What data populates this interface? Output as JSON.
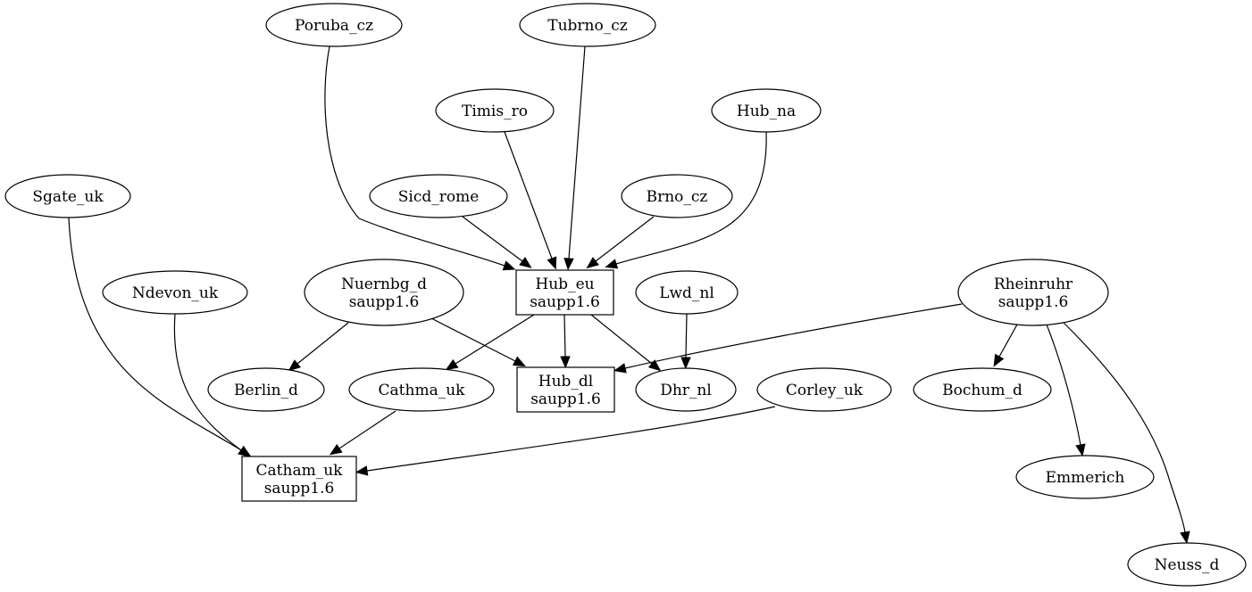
{
  "nodes": [
    {
      "id": "poruba_cz",
      "shape": "ellipse",
      "lines": [
        "Poruba_cz"
      ]
    },
    {
      "id": "tubrno_cz",
      "shape": "ellipse",
      "lines": [
        "Tubrno_cz"
      ]
    },
    {
      "id": "timis_ro",
      "shape": "ellipse",
      "lines": [
        "Timis_ro"
      ]
    },
    {
      "id": "hub_na",
      "shape": "ellipse",
      "lines": [
        "Hub_na"
      ]
    },
    {
      "id": "sgate_uk",
      "shape": "ellipse",
      "lines": [
        "Sgate_uk"
      ]
    },
    {
      "id": "sicd_rome",
      "shape": "ellipse",
      "lines": [
        "Sicd_rome"
      ]
    },
    {
      "id": "brno_cz",
      "shape": "ellipse",
      "lines": [
        "Brno_cz"
      ]
    },
    {
      "id": "ndevon_uk",
      "shape": "ellipse",
      "lines": [
        "Ndevon_uk"
      ]
    },
    {
      "id": "nuernbg_d",
      "shape": "ellipse",
      "lines": [
        "Nuernbg_d",
        "saupp1.6"
      ]
    },
    {
      "id": "hub_eu",
      "shape": "box",
      "lines": [
        "Hub_eu",
        "saupp1.6"
      ]
    },
    {
      "id": "lwd_nl",
      "shape": "ellipse",
      "lines": [
        "Lwd_nl"
      ]
    },
    {
      "id": "rheinruhr",
      "shape": "ellipse",
      "lines": [
        "Rheinruhr",
        "saupp1.6"
      ]
    },
    {
      "id": "berlin_d",
      "shape": "ellipse",
      "lines": [
        "Berlin_d"
      ]
    },
    {
      "id": "cathma_uk",
      "shape": "ellipse",
      "lines": [
        "Cathma_uk"
      ]
    },
    {
      "id": "hub_dl",
      "shape": "box",
      "lines": [
        "Hub_dl",
        "saupp1.6"
      ]
    },
    {
      "id": "dhr_nl",
      "shape": "ellipse",
      "lines": [
        "Dhr_nl"
      ]
    },
    {
      "id": "corley_uk",
      "shape": "ellipse",
      "lines": [
        "Corley_uk"
      ]
    },
    {
      "id": "bochum_d",
      "shape": "ellipse",
      "lines": [
        "Bochum_d"
      ]
    },
    {
      "id": "catham_uk",
      "shape": "box",
      "lines": [
        "Catham_uk",
        "saupp1.6"
      ]
    },
    {
      "id": "emmerich",
      "shape": "ellipse",
      "lines": [
        "Emmerich"
      ]
    },
    {
      "id": "neuss_d",
      "shape": "ellipse",
      "lines": [
        "Neuss_d"
      ]
    }
  ],
  "edges": [
    {
      "from": "poruba_cz",
      "to": "hub_eu"
    },
    {
      "from": "tubrno_cz",
      "to": "hub_eu"
    },
    {
      "from": "timis_ro",
      "to": "hub_eu"
    },
    {
      "from": "hub_na",
      "to": "hub_eu"
    },
    {
      "from": "sicd_rome",
      "to": "hub_eu"
    },
    {
      "from": "brno_cz",
      "to": "hub_eu"
    },
    {
      "from": "sgate_uk",
      "to": "catham_uk"
    },
    {
      "from": "ndevon_uk",
      "to": "catham_uk"
    },
    {
      "from": "nuernbg_d",
      "to": "berlin_d"
    },
    {
      "from": "nuernbg_d",
      "to": "hub_dl"
    },
    {
      "from": "hub_eu",
      "to": "cathma_uk"
    },
    {
      "from": "hub_eu",
      "to": "hub_dl"
    },
    {
      "from": "hub_eu",
      "to": "dhr_nl"
    },
    {
      "from": "lwd_nl",
      "to": "dhr_nl"
    },
    {
      "from": "rheinruhr",
      "to": "hub_dl"
    },
    {
      "from": "rheinruhr",
      "to": "bochum_d"
    },
    {
      "from": "rheinruhr",
      "to": "emmerich"
    },
    {
      "from": "rheinruhr",
      "to": "neuss_d"
    },
    {
      "from": "cathma_uk",
      "to": "catham_uk"
    },
    {
      "from": "corley_uk",
      "to": "catham_uk"
    }
  ]
}
